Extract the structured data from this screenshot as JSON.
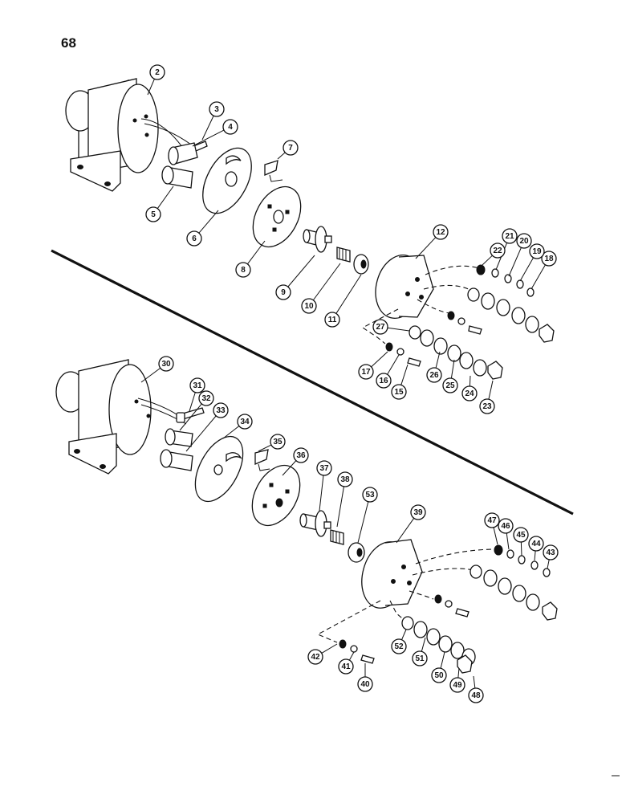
{
  "page": {
    "number": "68"
  },
  "callouts": {
    "upper_assembly": [
      "2",
      "3",
      "4",
      "5",
      "6",
      "7",
      "8",
      "9",
      "10",
      "11",
      "12",
      "15",
      "16",
      "17",
      "18",
      "19",
      "20",
      "21",
      "22",
      "23",
      "24",
      "25",
      "26",
      "27"
    ],
    "lower_assembly": [
      "30",
      "31",
      "32",
      "33",
      "34",
      "35",
      "36",
      "37",
      "38",
      "39",
      "40",
      "41",
      "42",
      "43",
      "44",
      "45",
      "46",
      "47",
      "48",
      "49",
      "50",
      "51",
      "52",
      "53"
    ]
  },
  "colors": {
    "ink": "#111111",
    "paper": "#ffffff"
  }
}
